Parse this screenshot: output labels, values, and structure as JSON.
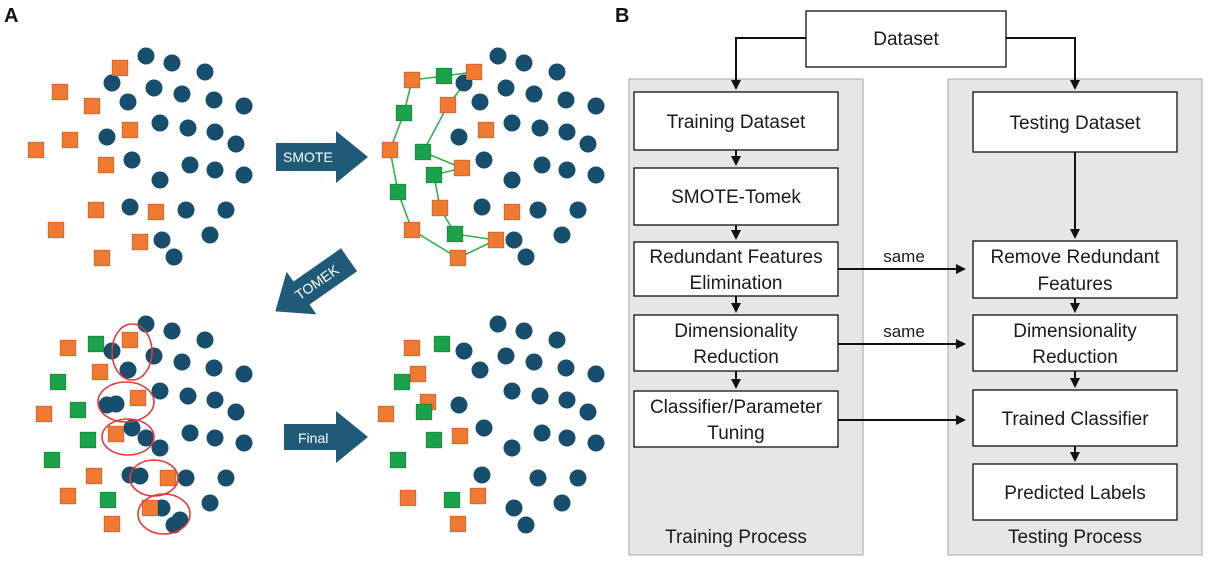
{
  "panels": {
    "a_label": "A",
    "b_label": "B"
  },
  "colors": {
    "minority": "#f07a32",
    "synthetic": "#1aa34a",
    "majority": "#174e6e",
    "arrow": "#1f5a78",
    "tomek_link": "#e53935",
    "smote_edge": "#33b24a",
    "group_fill": "#e6e6e6"
  },
  "panel_a": {
    "arrows": {
      "smote": "SMOTE",
      "tomek": "TOMEK",
      "final": "Final"
    }
  },
  "panel_b": {
    "dataset": "Dataset",
    "training_group": "Training Process",
    "testing_group": "Testing Process",
    "training": {
      "training_dataset": "Training Dataset",
      "smote_tomek": "SMOTE-Tomek",
      "redundant_line1": "Redundant Features",
      "redundant_line2": "Elimination",
      "dimred_line1": "Dimensionality",
      "dimred_line2": "Reduction",
      "classifier_line1": "Classifier/Parameter",
      "classifier_line2": "Tuning"
    },
    "testing": {
      "testing_dataset": "Testing Dataset",
      "remove_line1": "Remove Redundant",
      "remove_line2": "Features",
      "dimred_line1": "Dimensionality",
      "dimred_line2": "Reduction",
      "trained_classifier": "Trained Classifier",
      "predicted_labels": "Predicted Labels"
    },
    "edge_labels": {
      "same1": "same",
      "same2": "same"
    }
  }
}
